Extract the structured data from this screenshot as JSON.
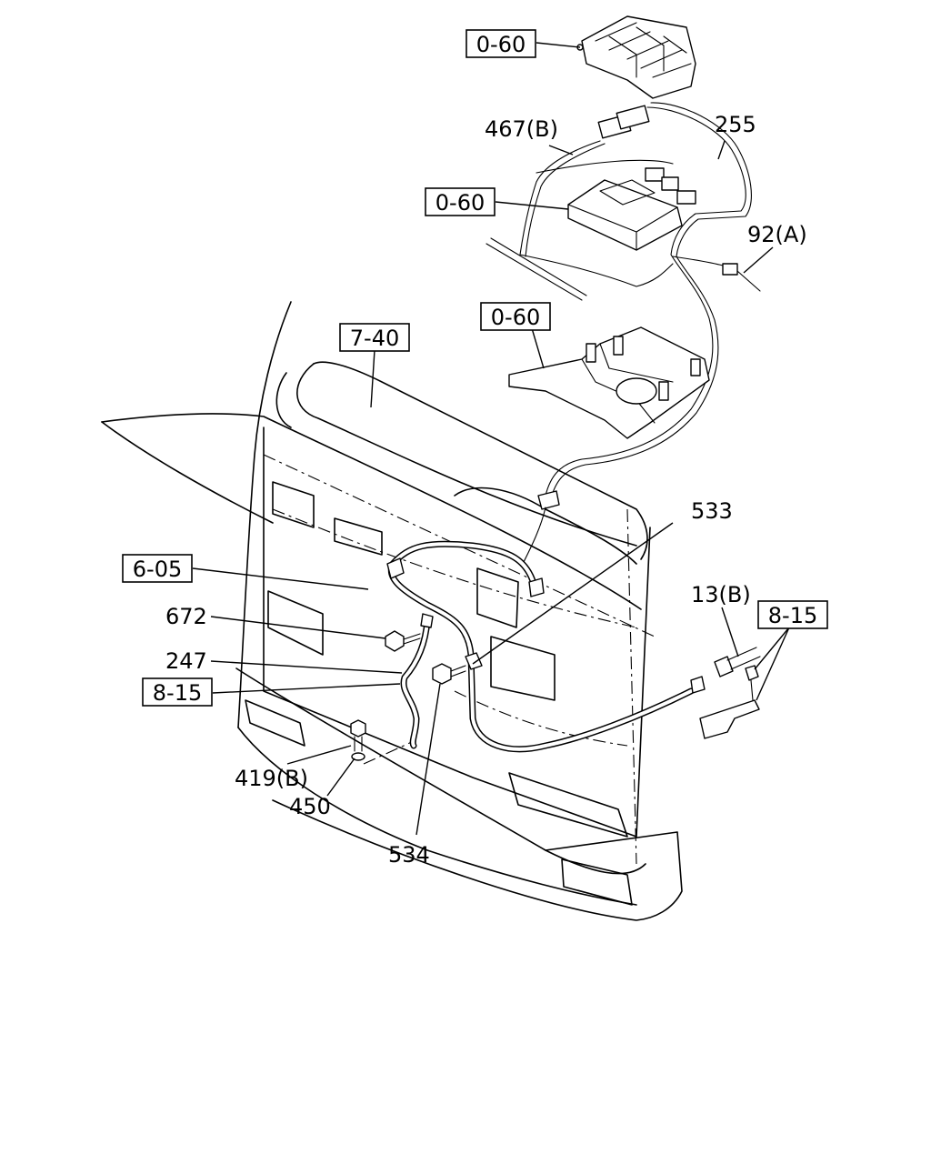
{
  "callouts": {
    "ref_060_top": "0-60",
    "ref_060_ecu": "0-60",
    "ref_060_bracket": "0-60",
    "ref_740": "7-40",
    "ref_605": "6-05",
    "ref_815_left": "8-15",
    "ref_815_right": "8-15",
    "part_467b": "467(B)",
    "part_255": "255",
    "part_92a": "92(A)",
    "part_533": "533",
    "part_672": "672",
    "part_247": "247",
    "part_419b": "419(B)",
    "part_450": "450",
    "part_534": "534",
    "part_13b": "13(B)"
  }
}
